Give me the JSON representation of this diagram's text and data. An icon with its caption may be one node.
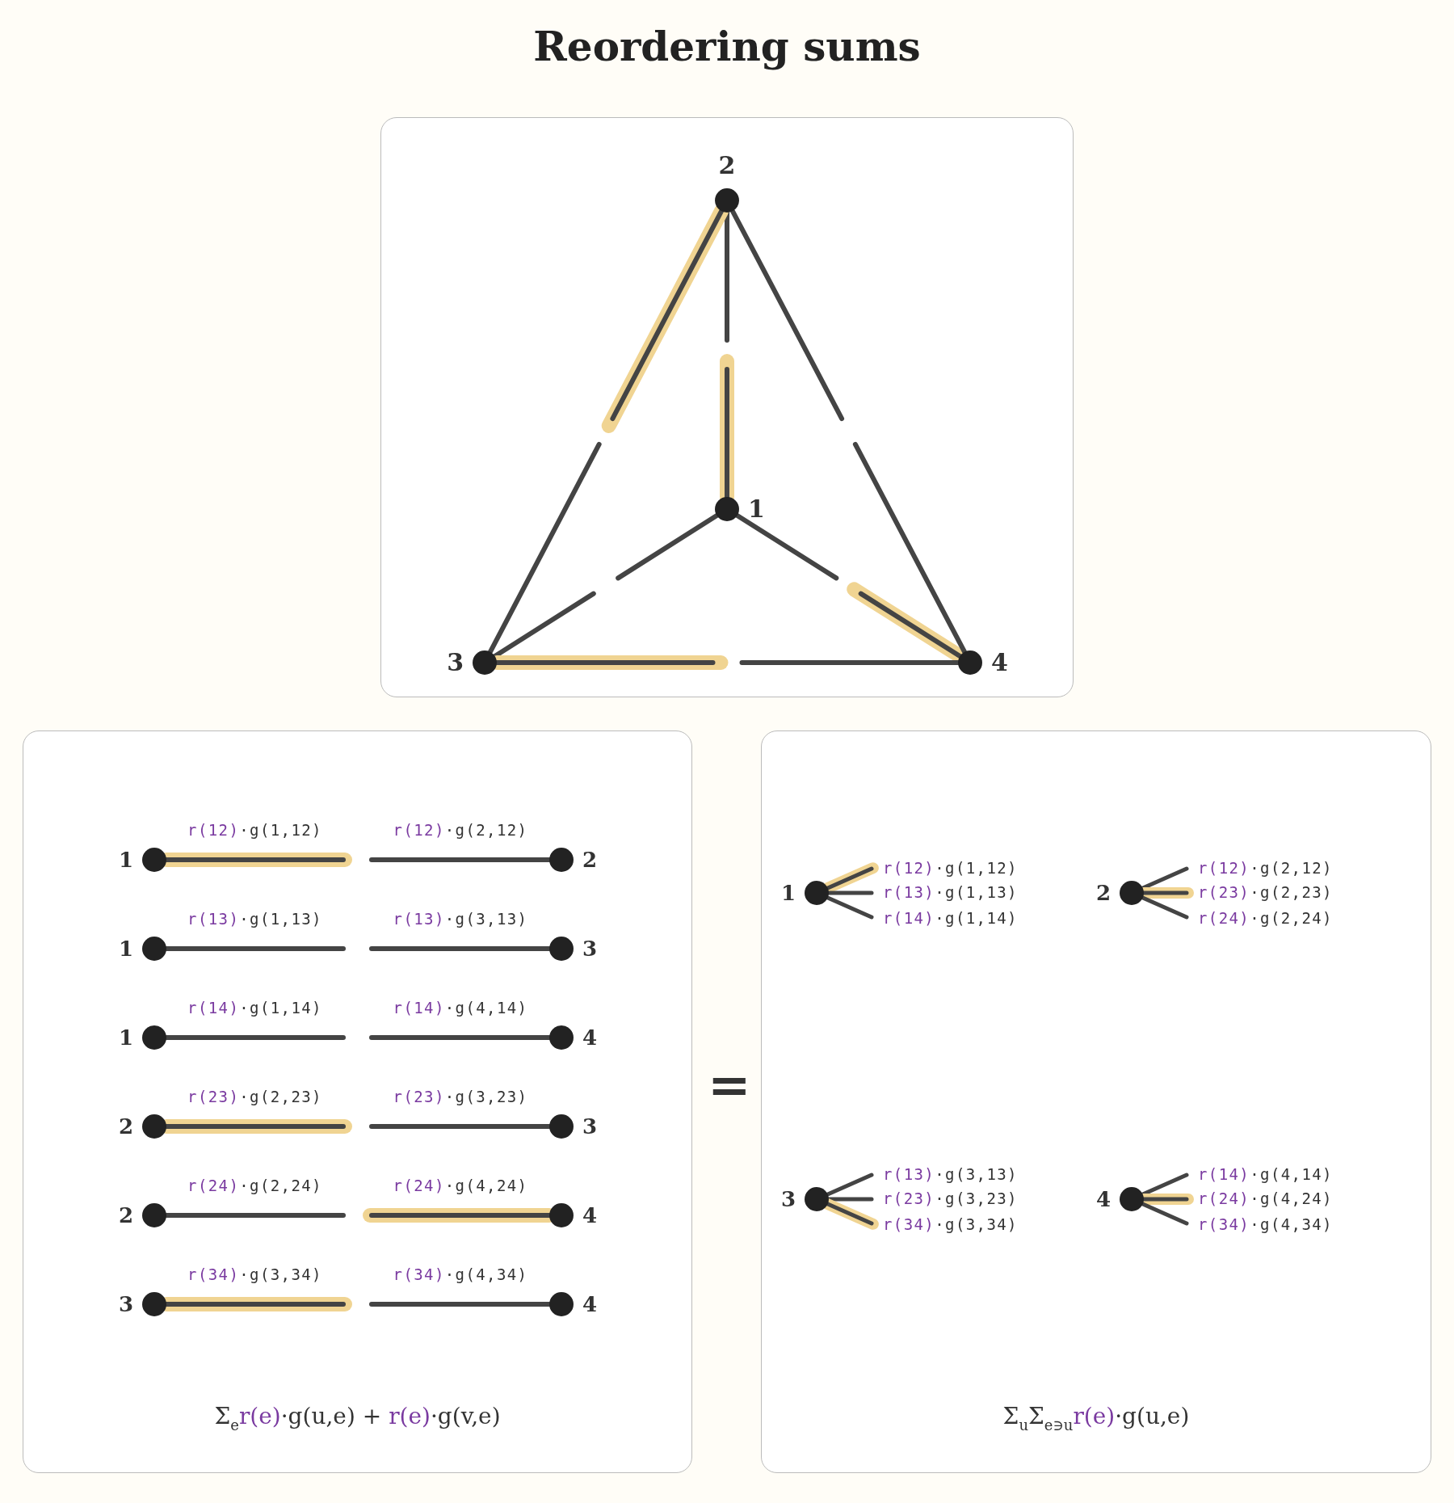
{
  "diagram": {
    "title": "Reordering sums",
    "nodes": [
      {
        "text": [],
        "shape": "box"
      },
      {
        "text": [],
        "shape": "circle",
        "beside": [
          "2"
        ],
        "in": 0
      },
      {
        "text": [],
        "shape": "circle",
        "beside": [
          "1"
        ],
        "in": 0
      },
      {
        "text": [],
        "shape": "circle",
        "beside": [
          "3"
        ],
        "in": 0
      },
      {
        "text": [],
        "shape": "circle",
        "beside": [
          "4"
        ],
        "in": 0
      },
      {
        "text": [
          "Σ$_{e}$r(e)·g(u,e) + r(e)·g(v,e)"
        ]
      },
      {
        "text": [],
        "shape": "circle",
        "beside": [
          "1"
        ],
        "in": 5
      },
      {
        "text": [],
        "shape": "circle",
        "beside": [
          "2"
        ],
        "in": 5
      },
      {
        "text": [],
        "shape": "circle",
        "beside": [
          "1"
        ],
        "in": 5
      },
      {
        "text": [],
        "shape": "circle",
        "beside": [
          "3"
        ],
        "in": 5
      },
      {
        "text": [],
        "shape": "circle",
        "beside": [
          "1"
        ],
        "in": 5
      },
      {
        "text": [],
        "shape": "circle",
        "beside": [
          "4"
        ],
        "in": 5
      },
      {
        "text": [],
        "shape": "circle",
        "beside": [
          "2"
        ],
        "in": 5
      },
      {
        "text": [],
        "shape": "circle",
        "beside": [
          "3"
        ],
        "in": 5
      },
      {
        "text": [],
        "shape": "circle",
        "beside": [
          "2"
        ],
        "in": 5
      },
      {
        "text": [],
        "shape": "circle",
        "beside": [
          "4"
        ],
        "in": 5
      },
      {
        "text": [],
        "shape": "circle",
        "beside": [
          "3"
        ],
        "in": 5
      },
      {
        "text": [],
        "shape": "circle",
        "beside": [
          "4"
        ],
        "in": 5
      },
      {
        "text": [
          "Σ$_{u}$Σ$_{e∋u}$r(e)·g(u,e)"
        ]
      },
      {
        "text": [],
        "shape": "circle",
        "beside": [
          "1"
        ],
        "in": 18
      },
      {
        "text": [],
        "shape": "circle",
        "beside": [
          "2"
        ],
        "in": 18
      },
      {
        "text": [],
        "shape": "circle",
        "beside": [
          "3"
        ],
        "in": 18
      },
      {
        "text": [],
        "shape": "circle",
        "beside": [
          "4"
        ],
        "in": 18
      }
    ],
    "edges": [
      {
        "from": 2,
        "to": null,
        "arrow": "none",
        "style": "thick",
        "color": "#f0d492"
      },
      {
        "from": 1,
        "to": null,
        "arrow": "none"
      },
      {
        "from": 1,
        "to": null,
        "arrow": "none",
        "style": "thick",
        "color": "#f0d492"
      },
      {
        "from": 3,
        "to": null,
        "arrow": "none"
      },
      {
        "from": 1,
        "to": null,
        "arrow": "none"
      },
      {
        "from": 4,
        "to": null,
        "arrow": "none",
        "style": "thick",
        "color": "#f0d492"
      },
      {
        "from": 2,
        "to": null,
        "arrow": "none"
      },
      {
        "from": 3,
        "to": null,
        "arrow": "none"
      },
      {
        "from": 2,
        "to": null,
        "arrow": "none"
      },
      {
        "from": 4,
        "to": null,
        "arrow": "none"
      },
      {
        "from": 3,
        "to": null,
        "arrow": "none",
        "style": "thick",
        "color": "#f0d492"
      },
      {
        "from": 4,
        "to": null,
        "arrow": "none"
      },
      {
        "from": 6,
        "to": null,
        "arrow": "none",
        "label": "r(12)·g(1,12)",
        "style": "thick",
        "color": "#f0d492"
      },
      {
        "from": 7,
        "to": null,
        "arrow": "none",
        "label": "r(12)·g(2,12)"
      },
      {
        "from": 8,
        "to": null,
        "arrow": "none",
        "label": "r(13)·g(1,13)"
      },
      {
        "from": 9,
        "to": null,
        "arrow": "none",
        "label": "r(13)·g(3,13)"
      },
      {
        "from": 10,
        "to": null,
        "arrow": "none",
        "label": "r(14)·g(1,14)"
      },
      {
        "from": 11,
        "to": null,
        "arrow": "none",
        "label": "r(14)·g(4,14)"
      },
      {
        "from": 12,
        "to": null,
        "arrow": "none",
        "label": "r(23)·g(2,23)",
        "style": "thick",
        "color": "#f0d492"
      },
      {
        "from": 13,
        "to": null,
        "arrow": "none",
        "label": "r(23)·g(3,23)"
      },
      {
        "from": 14,
        "to": null,
        "arrow": "none",
        "label": "r(24)·g(2,24)"
      },
      {
        "from": 15,
        "to": null,
        "arrow": "none",
        "label": "r(24)·g(4,24)",
        "style": "thick",
        "color": "#f0d492"
      },
      {
        "from": 16,
        "to": null,
        "arrow": "none",
        "label": "r(34)·g(3,34)",
        "style": "thick",
        "color": "#f0d492"
      },
      {
        "from": 17,
        "to": null,
        "arrow": "none",
        "label": "r(34)·g(4,34)"
      },
      {
        "from": 19,
        "to": null,
        "arrow": "none",
        "label": "r(12)·g(1,12)",
        "style": "thick",
        "color": "#f0d492"
      },
      {
        "from": 19,
        "to": null,
        "arrow": "none",
        "label": "r(13)·g(1,13)"
      },
      {
        "from": 19,
        "to": null,
        "arrow": "none",
        "label": "r(14)·g(1,14)"
      },
      {
        "from": 20,
        "to": null,
        "arrow": "none",
        "label": "r(12)·g(2,12)"
      },
      {
        "from": 20,
        "to": null,
        "arrow": "none",
        "label": "r(23)·g(2,23)",
        "style": "thick",
        "color": "#f0d492"
      },
      {
        "from": 20,
        "to": null,
        "arrow": "none",
        "label": "r(24)·g(2,24)"
      },
      {
        "from": 21,
        "to": null,
        "arrow": "none",
        "label": "r(13)·g(3,13)"
      },
      {
        "from": 21,
        "to": null,
        "arrow": "none",
        "label": "r(23)·g(3,23)"
      },
      {
        "from": 21,
        "to": null,
        "arrow": "none",
        "label": "r(34)·g(3,34)",
        "style": "thick",
        "color": "#f0d492"
      },
      {
        "from": 22,
        "to": null,
        "arrow": "none",
        "label": "r(14)·g(4,14)"
      },
      {
        "from": 22,
        "to": null,
        "arrow": "none",
        "label": "r(24)·g(4,24)",
        "style": "thick",
        "color": "#f0d492"
      },
      {
        "from": 22,
        "to": null,
        "arrow": "none",
        "label": "r(34)·g(4,34)"
      }
    ],
    "labels": [
      "="
    ]
  }
}
